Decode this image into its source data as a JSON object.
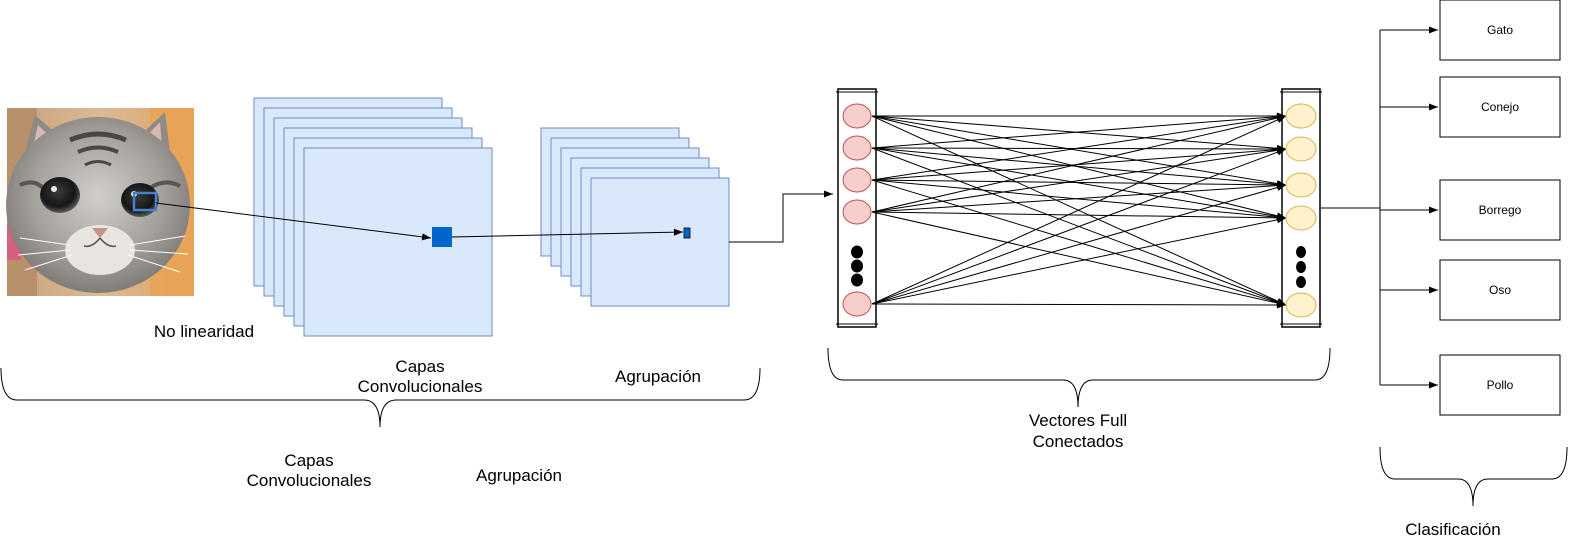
{
  "labels": {
    "no_linearidad": "No linearidad",
    "capas_conv_line1": "Capas",
    "capas_conv_line2": "Convolucionales",
    "agrupacion": "Agrupación",
    "capas_conv2_line1": "Capas",
    "capas_conv2_line2": "Convolucionales",
    "agrupacion2": "Agrupación",
    "vectores_line1": "Vectores Full",
    "vectores_line2": "Conectados",
    "clasificacion": "Clasificación"
  },
  "classes": [
    "Gato",
    "Conejo",
    "Borrego",
    "Oso",
    "Pollo"
  ],
  "colors": {
    "feature_map_fill": "#dae8fc",
    "feature_map_stroke": "#6c8ebf",
    "kernel": "#0066cc",
    "input_neuron": "#f8cecc",
    "input_neuron_stroke": "#b85450",
    "output_neuron": "#fff2cc",
    "output_neuron_stroke": "#d6b656"
  },
  "image": {
    "subject": "cat-photo"
  }
}
